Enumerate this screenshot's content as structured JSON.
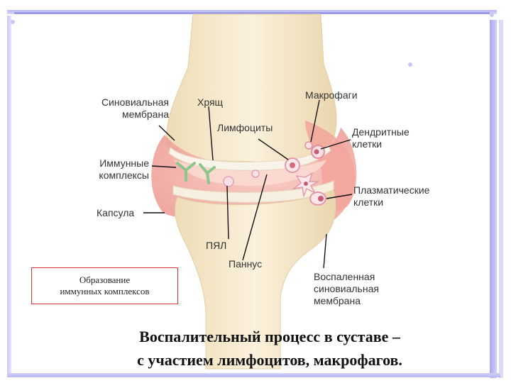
{
  "labels": {
    "synovial_membrane": "Синовиальная\nмембрана",
    "cartilage": "Хрящ",
    "macrophages": "Макрофаги",
    "lymphocytes": "Лимфоциты",
    "dendritic_cells": "Дендритные\nклетки",
    "immune_complexes": "Иммунные\nкомплексы",
    "plasma_cells": "Плазматические\nклетки",
    "capsule": "Капсула",
    "pmn": "ПЯЛ",
    "pannus": "Паннус",
    "inflamed_membrane": "Воспаленная\nсиновиальная\nмембрана"
  },
  "caption_box": {
    "line1": "Образование",
    "line2": "иммунных комплексов"
  },
  "title": {
    "line1": "Воспалительный процесс в суставе –",
    "line2": "с участием лимфоцитов, макрофагов."
  },
  "colors": {
    "frame": "#b8b8f0",
    "caption_border": "#e03030",
    "bone": "#f4e6c4",
    "tissue": "#f2b0a8"
  }
}
